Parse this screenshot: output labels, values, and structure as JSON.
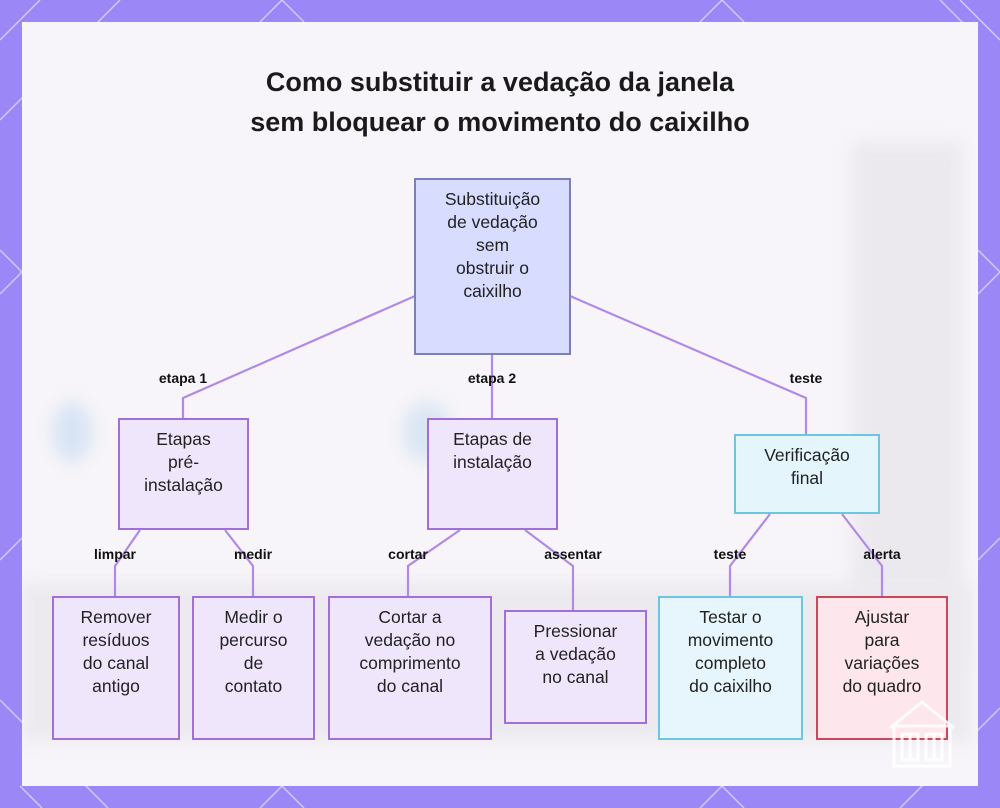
{
  "title": {
    "line1": "Como substituir a vedação da janela",
    "line2": "sem bloquear o movimento do caixilho"
  },
  "nodes": {
    "root": [
      "Substituição",
      "de vedação",
      "sem",
      "obstruir o",
      "caixilho"
    ],
    "pre": [
      "Etapas",
      "pré-",
      "instalação"
    ],
    "install": [
      "Etapas de",
      "instalação"
    ],
    "verify": [
      "Verificação",
      "final"
    ],
    "remove": [
      "Remover",
      "resíduos",
      "do canal",
      "antigo"
    ],
    "measure": [
      "Medir o",
      "percurso",
      "de",
      "contato"
    ],
    "cut": [
      "Cortar a",
      "vedação no",
      "comprimento",
      "do canal"
    ],
    "press": [
      "Pressionar",
      "a vedação",
      "no canal"
    ],
    "test": [
      "Testar o",
      "movimento",
      "completo",
      "do caixilho"
    ],
    "adjust": [
      "Ajustar",
      "para",
      "variações",
      "do quadro"
    ]
  },
  "edges": {
    "step1": "etapa 1",
    "step2": "etapa 2",
    "test_top": "teste",
    "clean": "limpar",
    "measure": "medir",
    "cut": "cortar",
    "seat": "assentar",
    "test_leaf": "teste",
    "alert": "alerta"
  },
  "colors": {
    "frame": "#9b87f5",
    "edge": "#b08ae6",
    "root_fill": "#d8dcff",
    "purple_fill": "#f0e6fc",
    "blue_fill": "#e4f6fc",
    "red_fill": "#fde6ec",
    "red_border": "#c84a5a"
  }
}
